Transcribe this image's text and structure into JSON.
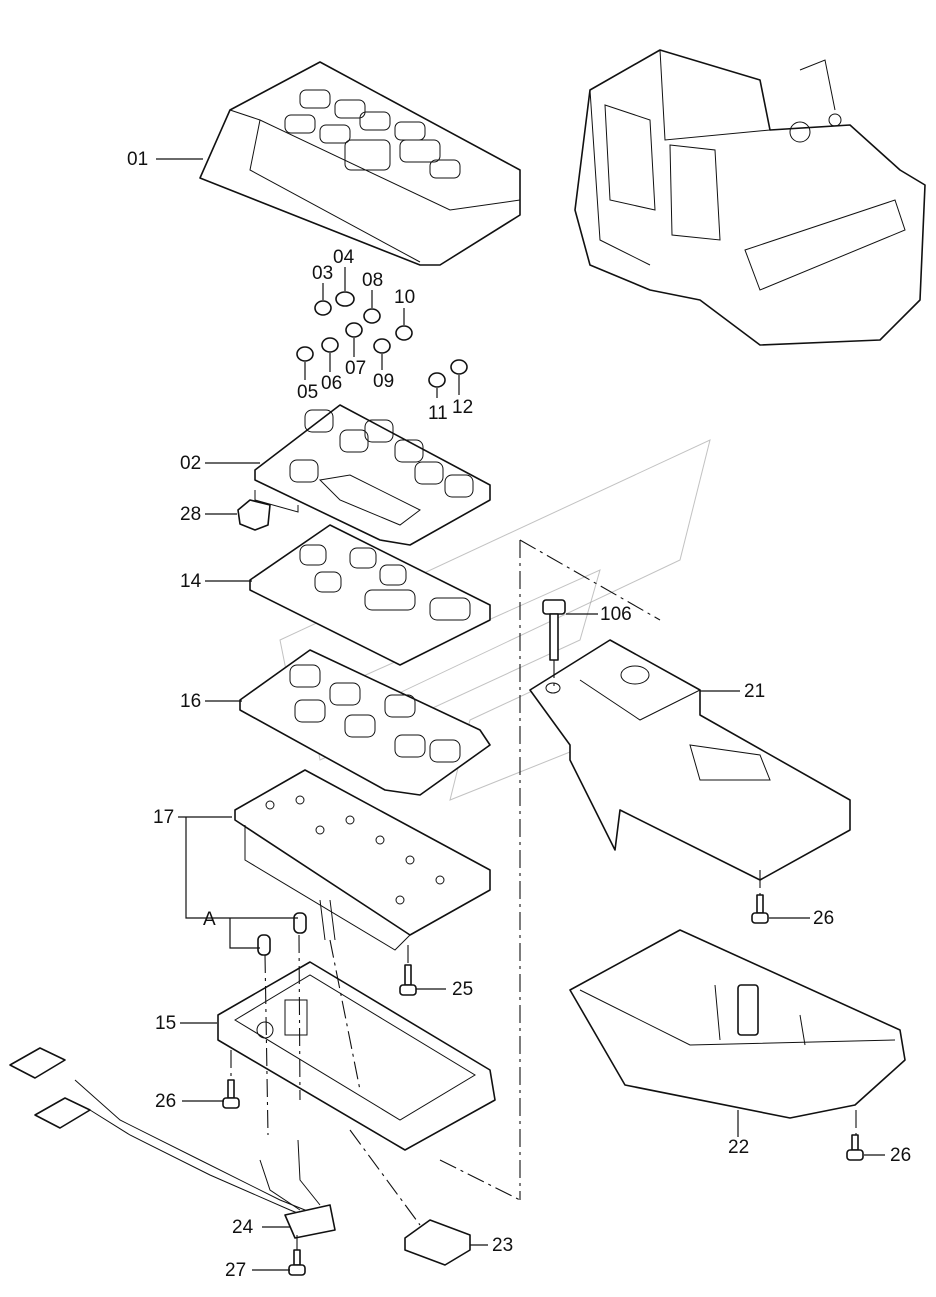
{
  "callouts": {
    "c01": "01",
    "c02": "02",
    "c03": "03",
    "c04": "04",
    "c05": "05",
    "c06": "06",
    "c07": "07",
    "c08": "08",
    "c09": "09",
    "c10": "10",
    "c11": "11",
    "c12": "12",
    "c14": "14",
    "c15": "15",
    "c16": "16",
    "c17": "17",
    "cA": "A",
    "c21": "21",
    "c22": "22",
    "c23": "23",
    "c24": "24",
    "c25": "25",
    "c26a": "26",
    "c26b": "26",
    "c26c": "26",
    "c27": "27",
    "c28": "28",
    "c106": "106"
  }
}
